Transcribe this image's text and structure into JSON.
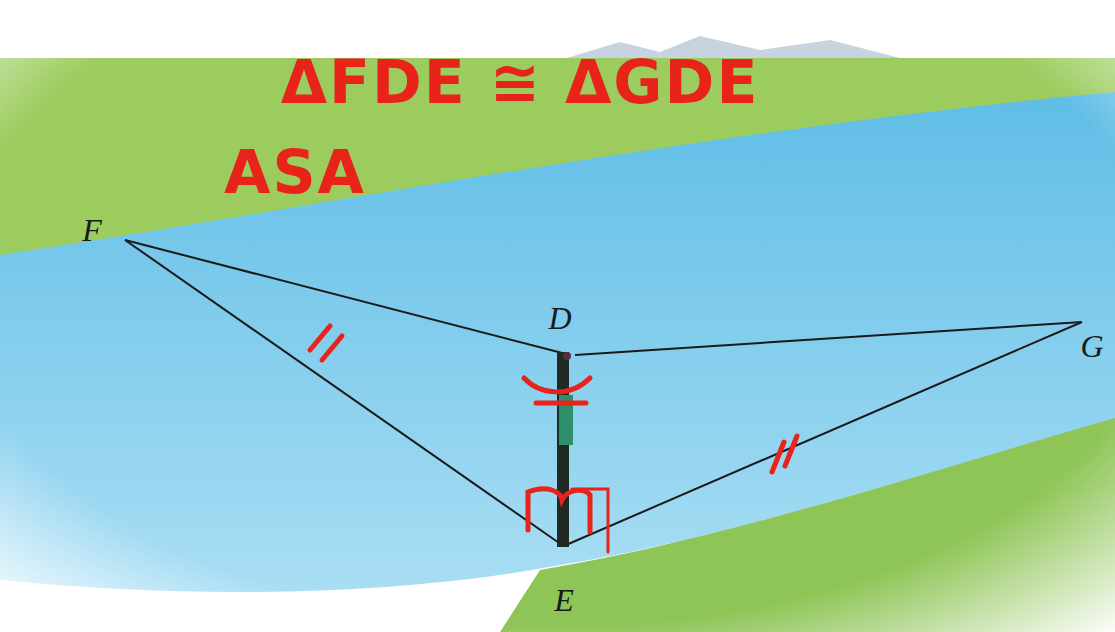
{
  "diagram": {
    "labels": [
      "ΔFDE ≅ ΔGDE",
      "ASA",
      "F",
      "D",
      "G",
      "E"
    ]
  }
}
